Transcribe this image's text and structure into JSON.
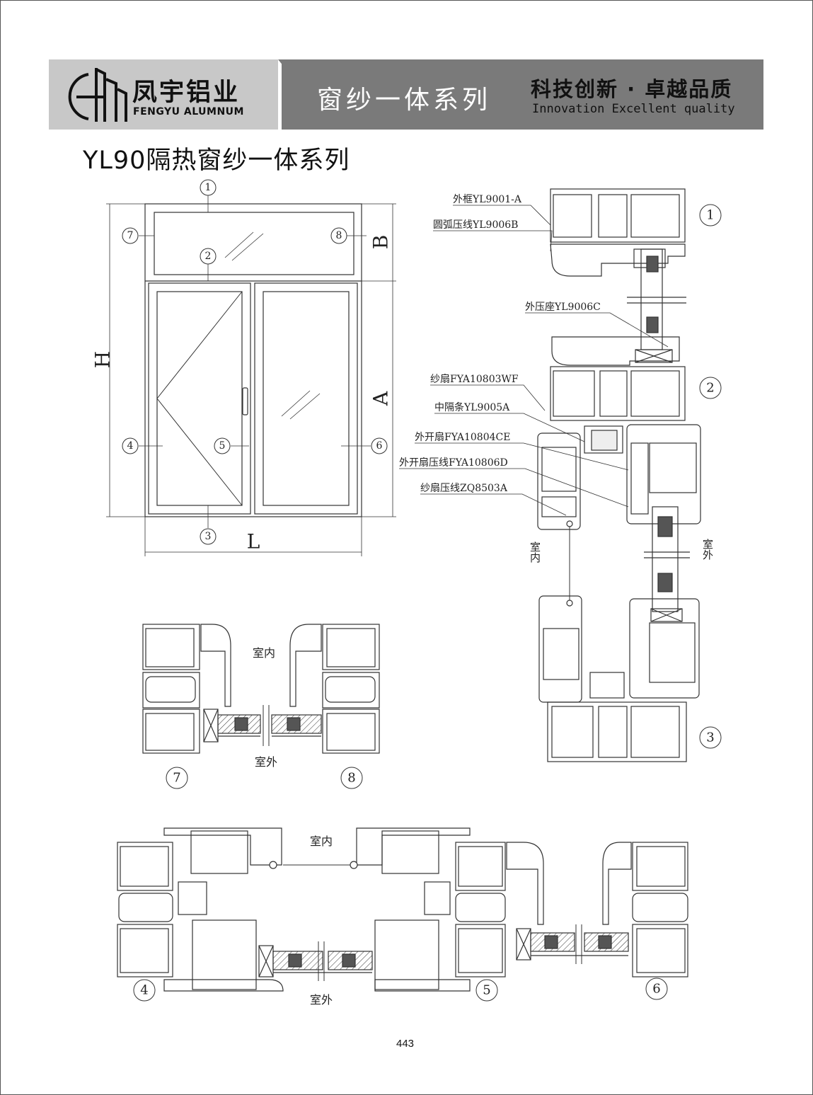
{
  "header": {
    "brand_cn": "凤宇铝业",
    "brand_en": "FENGYU ALUMNUM",
    "series": "窗纱一体系列",
    "slogan_cn": "科技创新 · 卓越品质",
    "slogan_en": "Innovation  Excellent  quality"
  },
  "title": "YL90隔热窗纱一体系列",
  "elevation": {
    "markers": [
      "1",
      "2",
      "3",
      "4",
      "5",
      "6",
      "7",
      "8"
    ],
    "dims": {
      "H": "H",
      "L": "L",
      "A": "A",
      "B": "B"
    }
  },
  "section": {
    "labels": {
      "outer_frame": "外框YL9001-A",
      "arc_bead": "圆弧压线YL9006B",
      "outer_seat": "外压座YL9006C",
      "screen_sash": "纱扇FYA10803WF",
      "mullion": "中隔条YL9005A",
      "outward_sash": "外开扇FYA10804CE",
      "outward_sash_bead": "外开扇压线FYA10806D",
      "screen_sash_bead": "纱扇压线ZQ8503A"
    },
    "indoor": "室内",
    "outdoor": "室外",
    "markers": [
      "1",
      "2",
      "3"
    ]
  },
  "detail_78": {
    "indoor": "室内",
    "outdoor": "室外",
    "markers": [
      "7",
      "8"
    ]
  },
  "detail_456": {
    "indoor": "室内",
    "outdoor": "室外",
    "markers": [
      "4",
      "5",
      "6"
    ]
  },
  "page_number": "443"
}
